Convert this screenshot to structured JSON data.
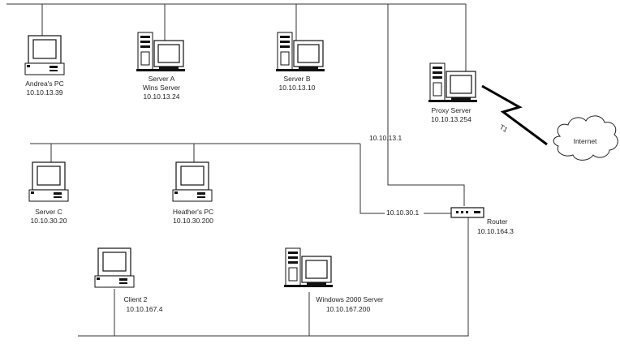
{
  "nodes": {
    "andreas_pc": {
      "name": "Andrea's PC",
      "ip": "10.10.13.39"
    },
    "server_a": {
      "name": "Server A",
      "role": "Wins Server",
      "ip": "10.10.13.24"
    },
    "server_b": {
      "name": "Server B",
      "ip": "10.10.13.10"
    },
    "proxy_server": {
      "name": "Proxy Server",
      "ip": "10.10.13.254"
    },
    "internet": {
      "name": "Internet"
    },
    "server_c": {
      "name": "Server C",
      "ip": "10.10.30.20"
    },
    "heathers_pc": {
      "name": "Heather's PC",
      "ip": "10.10.30.200"
    },
    "router": {
      "name": "Router",
      "ip": "10.10.164.3"
    },
    "client2": {
      "name": "Client 2",
      "ip": "10.10.167.4"
    },
    "win2000_server": {
      "name": "Windows 2000 Server",
      "ip": "10.10.167.200"
    }
  },
  "links": {
    "t1": "T1",
    "router_if_13": "10.10.13.1",
    "router_if_30": "10.10.30.1"
  }
}
